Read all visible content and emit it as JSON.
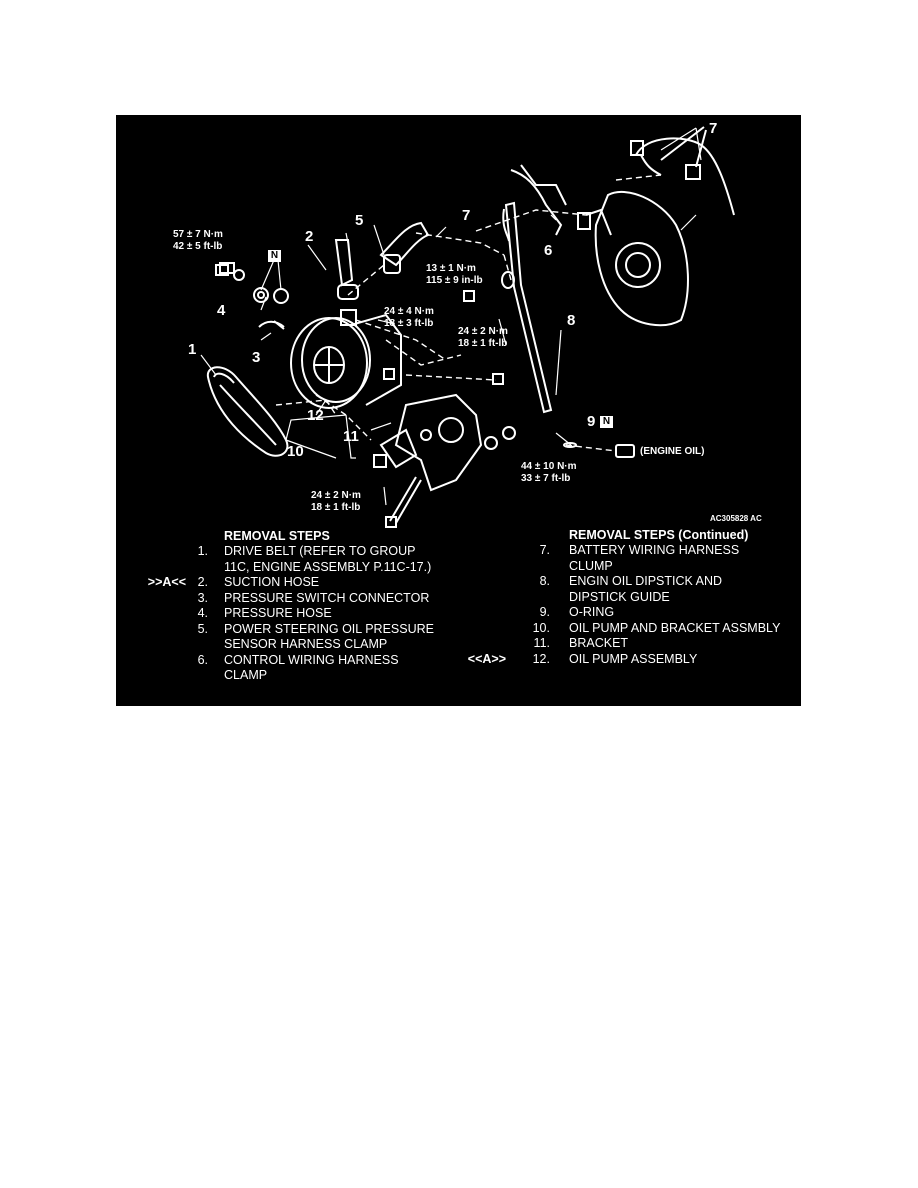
{
  "figure_code": "AC305828 AC",
  "callouts": {
    "c1": "1",
    "c2": "2",
    "c3": "3",
    "c4": "4",
    "c5": "5",
    "c6": "6",
    "c7a": "7",
    "c7b": "7",
    "c8": "8",
    "c9": "9",
    "c10": "10",
    "c11": "11",
    "c12": "12"
  },
  "n_marks": {
    "n1": "N",
    "n2": "N"
  },
  "engine_oil": "(ENGINE OIL)",
  "torques": {
    "t1": [
      "57 ± 7 N·m",
      "42 ± 5 ft-lb"
    ],
    "t2": [
      "13 ± 1 N·m",
      "115 ± 9 in-lb"
    ],
    "t3": [
      "24 ± 4 N·m",
      "18 ± 3 ft-lb"
    ],
    "t4": [
      "24 ± 2 N·m",
      "18 ± 1 ft-lb"
    ],
    "t5": [
      "44 ± 10 N·m",
      "33 ± 7 ft-lb"
    ],
    "t6": [
      "24 ± 2 N·m",
      "18 ± 1 ft-lb"
    ]
  },
  "left_steps": {
    "heading": "REMOVAL STEPS",
    "items": [
      {
        "mark": "",
        "num": "1.",
        "lines": [
          "DRIVE BELT (REFER TO GROUP",
          "11C, ENGINE ASSEMBLY P.11C-17.)"
        ]
      },
      {
        "mark": ">>A<<",
        "num": "2.",
        "lines": [
          "SUCTION HOSE"
        ]
      },
      {
        "mark": "",
        "num": "3.",
        "lines": [
          "PRESSURE SWITCH CONNECTOR"
        ]
      },
      {
        "mark": "",
        "num": "4.",
        "lines": [
          "PRESSURE HOSE"
        ]
      },
      {
        "mark": "",
        "num": "5.",
        "lines": [
          "POWER STEERING OIL PRESSURE",
          "SENSOR HARNESS CLAMP"
        ]
      },
      {
        "mark": "",
        "num": "6.",
        "lines": [
          "CONTROL WIRING HARNESS",
          "CLAMP"
        ]
      }
    ]
  },
  "right_steps": {
    "heading": "REMOVAL STEPS (Continued)",
    "items": [
      {
        "mark": "",
        "num": "7.",
        "lines": [
          "BATTERY WIRING HARNESS",
          "CLUMP"
        ]
      },
      {
        "mark": "",
        "num": "8.",
        "lines": [
          "ENGIN OIL DIPSTICK AND",
          "DIPSTICK GUIDE"
        ]
      },
      {
        "mark": "",
        "num": "9.",
        "lines": [
          "O-RING"
        ]
      },
      {
        "mark": "",
        "num": "10.",
        "lines": [
          "OIL PUMP AND BRACKET ASSMBLY"
        ]
      },
      {
        "mark": "",
        "num": "11.",
        "lines": [
          "BRACKET"
        ]
      },
      {
        "mark": "<<A>>",
        "num": "12.",
        "lines": [
          "OIL PUMP ASSEMBLY"
        ]
      }
    ]
  }
}
